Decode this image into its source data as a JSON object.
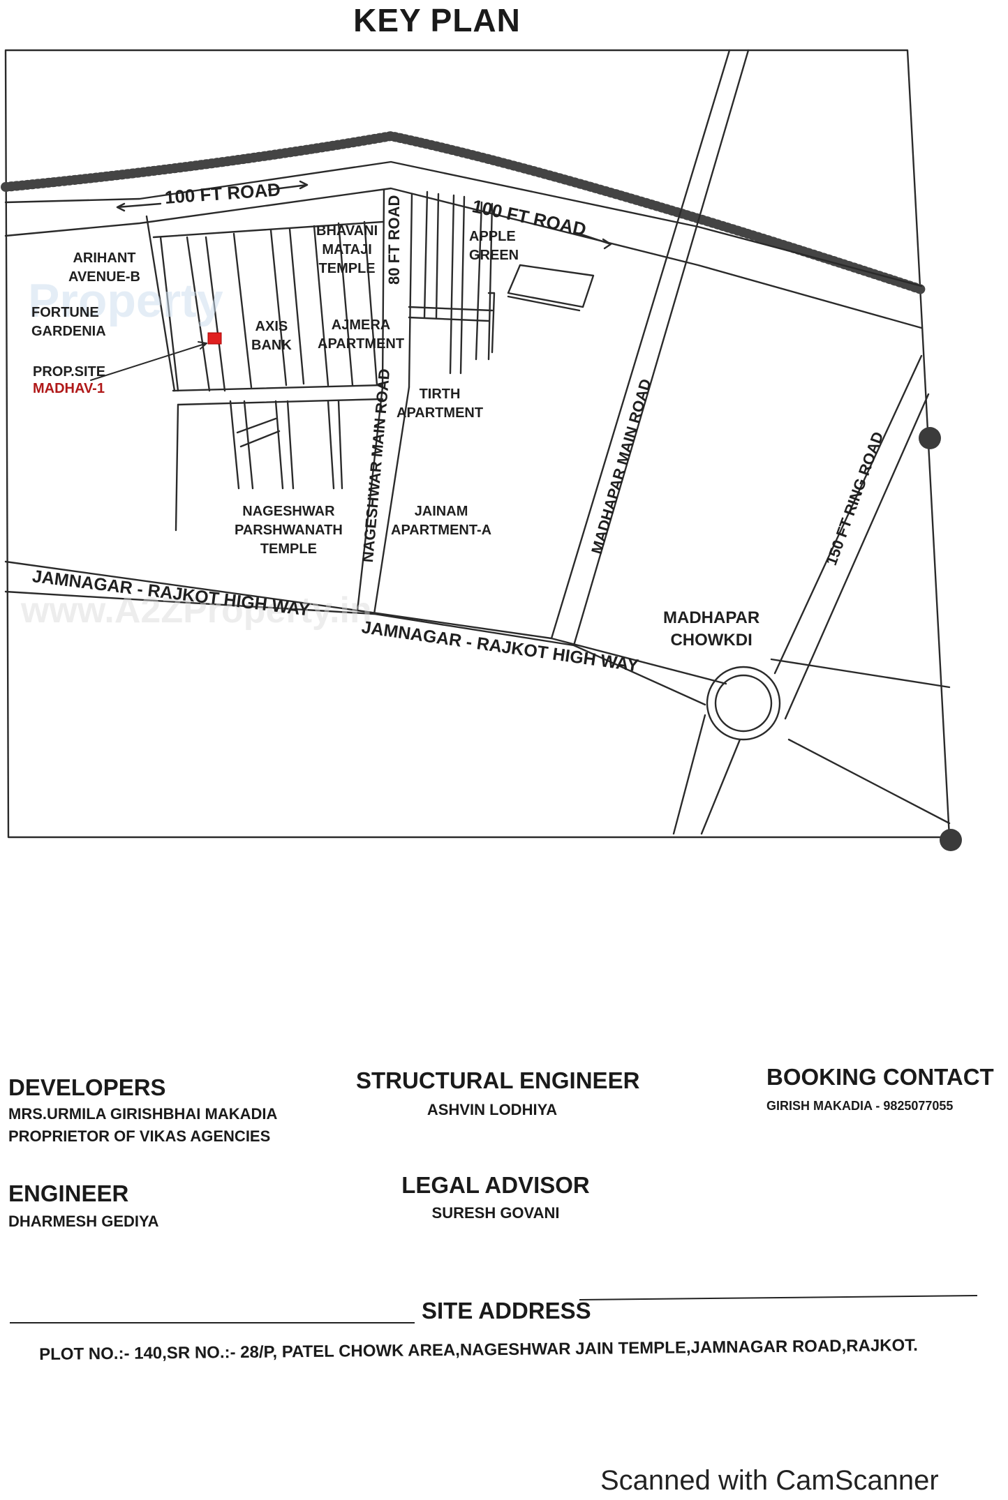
{
  "key_plan": {
    "title": "KEY PLAN"
  },
  "roads": {
    "top_road_left": "100 FT ROAD",
    "top_road_right": "100 FT ROAD",
    "eighty_ft_road": "80 FT ROAD",
    "nageshwar_main_road": "NAGESHWAR MAIN ROAD",
    "madhapar_main_road": "MADHAPAR MAIN ROAD",
    "ring_road": "150 FT RING ROAD",
    "highway_left": "JAMNAGAR - RAJKOT HIGH WAY",
    "highway_right": "JAMNAGAR - RAJKOT HIGH WAY"
  },
  "landmarks": {
    "arihant": "ARIHANT\nAVENUE-B",
    "fortune": "FORTUNE\nGARDENIA",
    "prop_site": "PROP.SITE",
    "prop_site_name": "MADHAV-1",
    "axis_bank": "AXIS\nBANK",
    "bhavani_temple": "BHAVANI\nMATAJI\nTEMPLE",
    "ajmera": "AJMERA\nAPARTMENT",
    "apple_green": "APPLE\nGREEN",
    "tirth": "TIRTH\nAPARTMENT",
    "nageshwar_temple": "NAGESHWAR\nPARSHWANATH\nTEMPLE",
    "jainam": "JAINAM\nAPARTMENT-A",
    "madhapar_chowkdi": "MADHAPAR\nCHOWKDI"
  },
  "watermark": {
    "brand": "Property",
    "url": "www.A2ZProperty.in"
  },
  "credits": {
    "developers": {
      "heading": "DEVELOPERS",
      "line1": "MRS.URMILA GIRISHBHAI MAKADIA",
      "line2": "PROPRIETOR OF VIKAS AGENCIES"
    },
    "structural_engineer": {
      "heading": "STRUCTURAL ENGINEER",
      "name": "ASHVIN LODHIYA"
    },
    "booking_contact": {
      "heading": "BOOKING CONTACT",
      "name": "GIRISH MAKADIA - 9825077055"
    },
    "engineer": {
      "heading": "ENGINEER",
      "name": "DHARMESH GEDIYA"
    },
    "legal_advisor": {
      "heading": "LEGAL ADVISOR",
      "name": "SURESH GOVANI"
    }
  },
  "site_address": {
    "heading": "SITE ADDRESS",
    "text": "PLOT NO.:- 140,SR NO.:- 28/P, PATEL CHOWK AREA,NAGESHWAR JAIN TEMPLE,JAMNAGAR ROAD,RAJKOT."
  },
  "footer": {
    "scanner": "Scanned with CamScanner"
  },
  "colors": {
    "ink": "#1f1f1f",
    "site_marker": "#e02020",
    "site_label": "#b01818",
    "watermark": "#c7d9ee"
  }
}
